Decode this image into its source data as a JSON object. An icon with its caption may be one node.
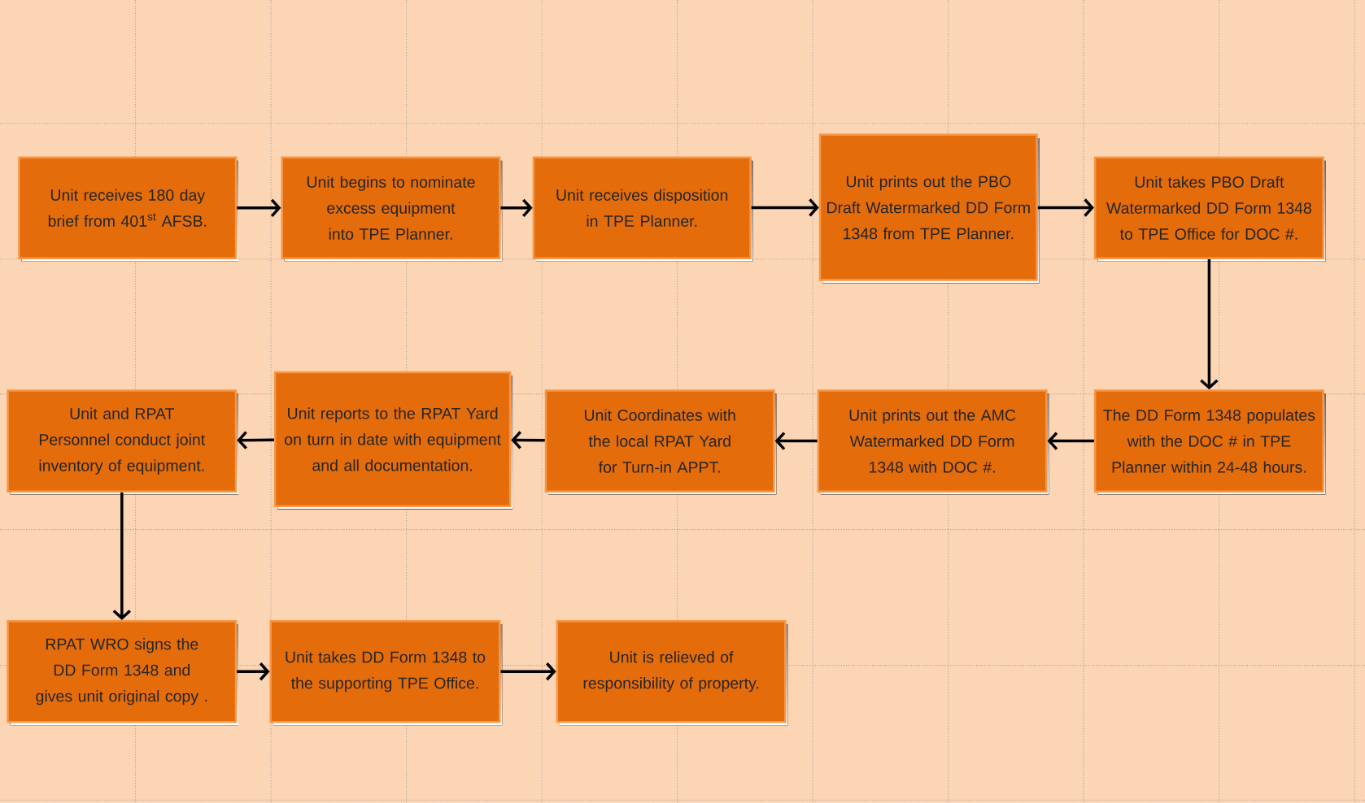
{
  "diagram": {
    "nodes": [
      {
        "text": [
          "Unit receives 180 day brief from 401$^{st}$ AFSB."
        ]
      },
      {
        "text": [
          "Unit begins to nominate excess equipment into TPE Planner."
        ]
      },
      {
        "text": [
          "Unit receives disposition in TPE Planner."
        ]
      },
      {
        "text": [
          "Unit prints out the PBO Draft Watermarked DD Form 1348 from TPE Planner."
        ]
      },
      {
        "text": [
          "Unit takes PBO Draft Watermarked DD Form 1348 to TPE Office for DOC #."
        ]
      },
      {
        "text": [
          "The DD Form 1348 populates with the DOC # in TPE Planner within 24-48 hours."
        ]
      },
      {
        "text": [
          "Unit prints out the AMC Watermarked DD Form 1348 with DOC #."
        ]
      },
      {
        "text": [
          "Unit Coordinates with the local RPAT Yard for Turn-in APPT."
        ]
      },
      {
        "text": [
          "Unit reports to the RPAT Yard on turn in date with equipment and all documentation."
        ]
      },
      {
        "text": [
          "Unit and RPAT Personnel conduct joint inventory of equipment."
        ]
      },
      {
        "text": [
          "RPAT WRO signs the DD Form 1348 and gives unit original copy ."
        ]
      },
      {
        "text": [
          "Unit takes DD Form 1348 to the supporting TPE Office."
        ]
      },
      {
        "text": [
          "Unit is relieved of responsibility of property."
        ]
      }
    ],
    "edges": [
      {
        "from": 0,
        "to": 1,
        "arrow": "to"
      },
      {
        "from": 1,
        "to": 2,
        "arrow": "to"
      },
      {
        "from": 2,
        "to": 3,
        "arrow": "to"
      },
      {
        "from": 3,
        "to": 4,
        "arrow": "to"
      },
      {
        "from": 4,
        "to": 5,
        "arrow": "to"
      },
      {
        "from": 5,
        "to": 6,
        "arrow": "to"
      },
      {
        "from": 6,
        "to": 7,
        "arrow": "to"
      },
      {
        "from": 7,
        "to": 8,
        "arrow": "to"
      },
      {
        "from": 8,
        "to": 9,
        "arrow": "to"
      },
      {
        "from": 9,
        "to": 10,
        "arrow": "to"
      },
      {
        "from": 10,
        "to": 11,
        "arrow": "to"
      },
      {
        "from": 11,
        "to": 12,
        "arrow": "to"
      }
    ]
  }
}
